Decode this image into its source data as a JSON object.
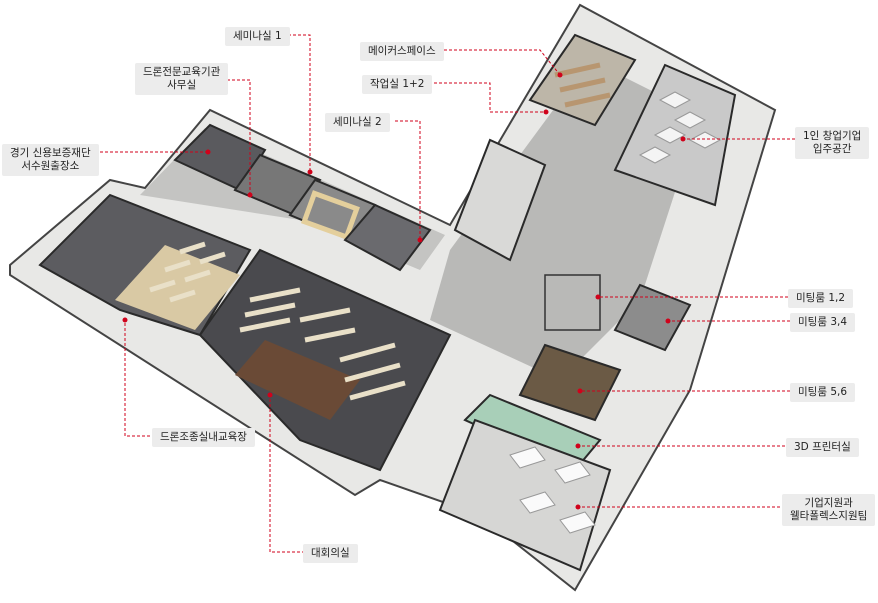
{
  "labels": {
    "seminar1": "세미나실 1",
    "drone_office_1": "드론전문교육기관",
    "drone_office_2": "사무실",
    "credit_1": "경기 신용보증재단",
    "credit_2": "서수원출장소",
    "maker": "메이커스페이스",
    "workroom": "작업실 1+2",
    "seminar2": "세미나실 2",
    "startup_1": "1인 창업기업",
    "startup_2": "입주공간",
    "meeting12": "미팅룸 1,2",
    "meeting34": "미팅룸 3,4",
    "meeting56": "미팅룸 5,6",
    "printer3d": "3D 프린터실",
    "support_1": "기업지원과",
    "support_2": "웰타폴렉스지원팀",
    "drone_training": "드론조종실내교육장",
    "conference": "대회의실"
  },
  "colors": {
    "leader": "#d0021b",
    "label_bg": "#ececec",
    "floor": "#bdbdbb",
    "wall": "#f2f2f2"
  }
}
